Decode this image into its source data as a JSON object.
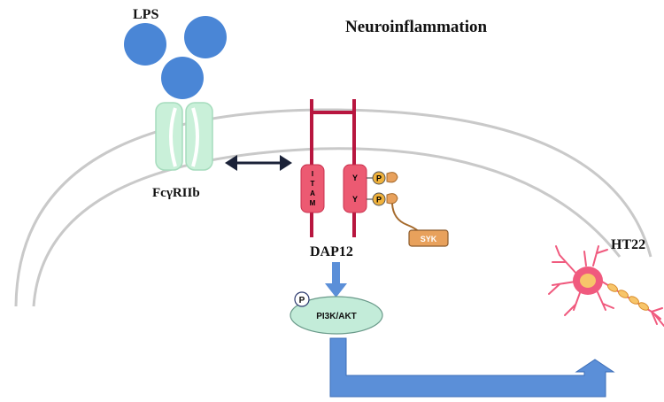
{
  "title": "Neuroinflammation",
  "labels": {
    "lps": "LPS",
    "receptor": "FcγRIIb",
    "adapter": "DAP12",
    "cell": "HT22",
    "pathway": "PI3K/AKT",
    "kinase": "SYK",
    "phospho": "P",
    "itam": [
      "I",
      "T",
      "A",
      "M"
    ],
    "tyrosine": "Y"
  },
  "colors": {
    "lps": "#4a86d6",
    "receptor": "#c9f0d9",
    "dap12_strand": "#b8163f",
    "itam_box": "#ec5a72",
    "phospho_circle": "#f0b23c",
    "syk": "#e8a15c",
    "pathway_ellipse": "#c3ecd9",
    "arrow": "#5b8fd8",
    "membrane": "#c7c7c7",
    "neuron": "#f05a7e",
    "neuron_nucleus": "#f7c56a"
  }
}
